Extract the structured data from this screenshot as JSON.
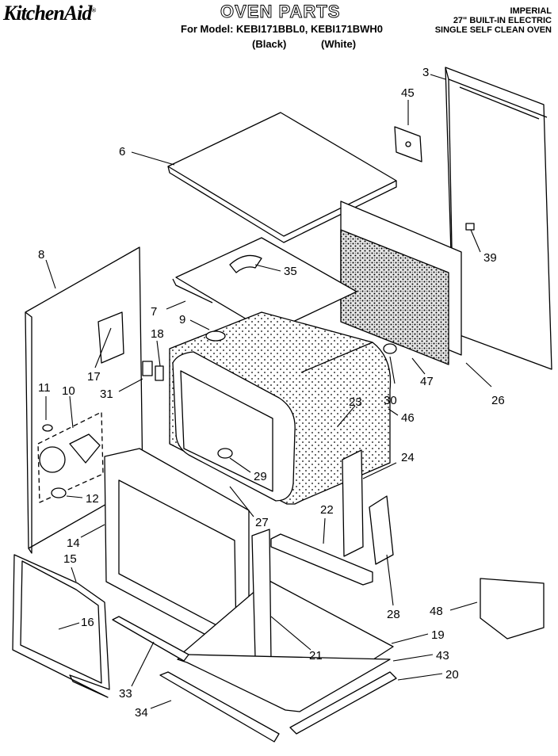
{
  "header": {
    "brand": "KitchenAid",
    "trademark": "®",
    "title": "OVEN PARTS",
    "model_line": "For Model: KEBI171BBL0, KEBI171BWH0",
    "variant_black": "(Black)",
    "variant_white": "(White)",
    "series": "IMPERIAL",
    "product_line1": "27\" BUILT-IN ELECTRIC",
    "product_line2": "SINGLE SELF CLEAN OVEN"
  },
  "callouts": [
    "3",
    "45",
    "6",
    "8",
    "39",
    "35",
    "7",
    "9",
    "18",
    "17",
    "31",
    "11",
    "10",
    "23",
    "46",
    "30",
    "47",
    "26",
    "24",
    "29",
    "22",
    "12",
    "14",
    "27",
    "15",
    "16",
    "28",
    "48",
    "19",
    "21",
    "43",
    "20",
    "33",
    "34"
  ],
  "colors": {
    "ink": "#000000",
    "paper": "#ffffff",
    "insulation": "#cfcfcf"
  }
}
